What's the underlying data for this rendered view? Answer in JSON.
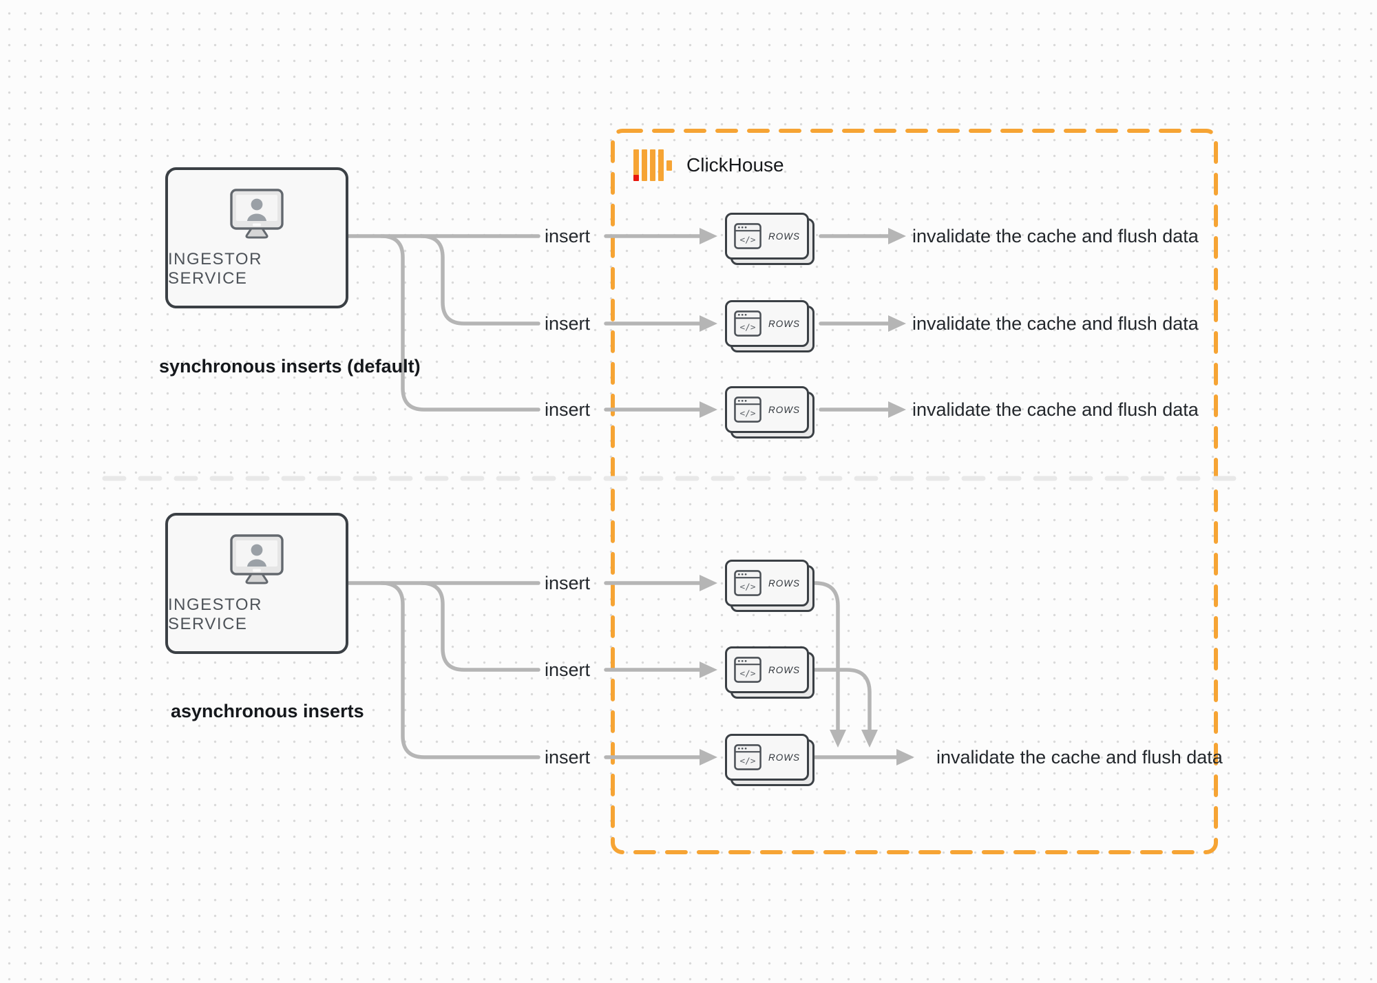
{
  "colors": {
    "accent_orange": "#F6A434",
    "brand_red": "#E8170E",
    "connector_gray": "#B5B5B5",
    "card_border": "#3B4045",
    "divider_gray": "#E8E8E8"
  },
  "clickhouse_label": "ClickHouse",
  "rows_card": {
    "label": "ROWS",
    "icon_glyph": "</>"
  },
  "sections": {
    "synchronous": {
      "caption": "synchronous inserts (default)",
      "source": "INGESTOR SERVICE",
      "inserts": [
        "insert",
        "insert",
        "insert"
      ],
      "results": [
        "invalidate the cache and flush data",
        "invalidate the cache and flush data",
        "invalidate the cache and flush data"
      ]
    },
    "asynchronous": {
      "caption": "asynchronous inserts",
      "source": "INGESTOR SERVICE",
      "inserts": [
        "insert",
        "insert",
        "insert"
      ],
      "results": [
        "invalidate the cache and flush data"
      ]
    }
  }
}
